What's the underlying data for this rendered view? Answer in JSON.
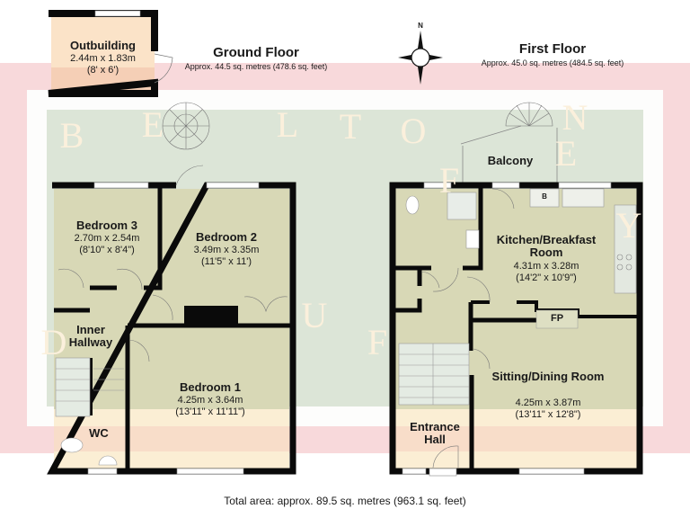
{
  "watermark": {
    "line1": "BELTON",
    "line2": "DUFFEY"
  },
  "ground_floor": {
    "title": "Ground Floor",
    "area": "Approx. 44.5 sq. metres (478.6 sq. feet)",
    "rooms": [
      {
        "name": "Outbuilding",
        "dim_metric": "2.44m x 1.83m",
        "dim_imperial": "(8' x 6')"
      },
      {
        "name": "Bedroom 3",
        "dim_metric": "2.70m x 2.54m",
        "dim_imperial": "(8'10\" x 8'4\")"
      },
      {
        "name": "Bedroom 2",
        "dim_metric": "3.49m x 3.35m",
        "dim_imperial": "(11'5\" x 11')"
      },
      {
        "name": "Inner Hallway"
      },
      {
        "name": "Bedroom 1",
        "dim_metric": "4.25m x 3.64m",
        "dim_imperial": "(13'11\" x 11'11\")"
      },
      {
        "name": "WC"
      }
    ]
  },
  "first_floor": {
    "title": "First Floor",
    "area": "Approx. 45.0 sq. metres (484.5 sq. feet)",
    "rooms": [
      {
        "name": "Balcony"
      },
      {
        "name": "Kitchen/Breakfast Room",
        "dim_metric": "4.31m x 3.28m",
        "dim_imperial": "(14'2\" x 10'9\")"
      },
      {
        "name": "Sitting/Dining Room",
        "dim_metric": "4.25m x 3.87m",
        "dim_imperial": "(13'11\" x 12'8\")"
      },
      {
        "name": "Entrance Hall"
      }
    ],
    "labels": {
      "fireplace": "FP",
      "boiler": "B"
    }
  },
  "compass": {
    "north_label": "N"
  },
  "total_area": "Total area: approx. 89.5 sq. metres (963.1 sq. feet)",
  "colors": {
    "wall": "#0a0a0a",
    "floor_green": "#d6d8b8",
    "floor_cream": "#fbeed4",
    "watermark_pink": "#f7d6d8",
    "watermark_green": "#dbe4d6"
  }
}
